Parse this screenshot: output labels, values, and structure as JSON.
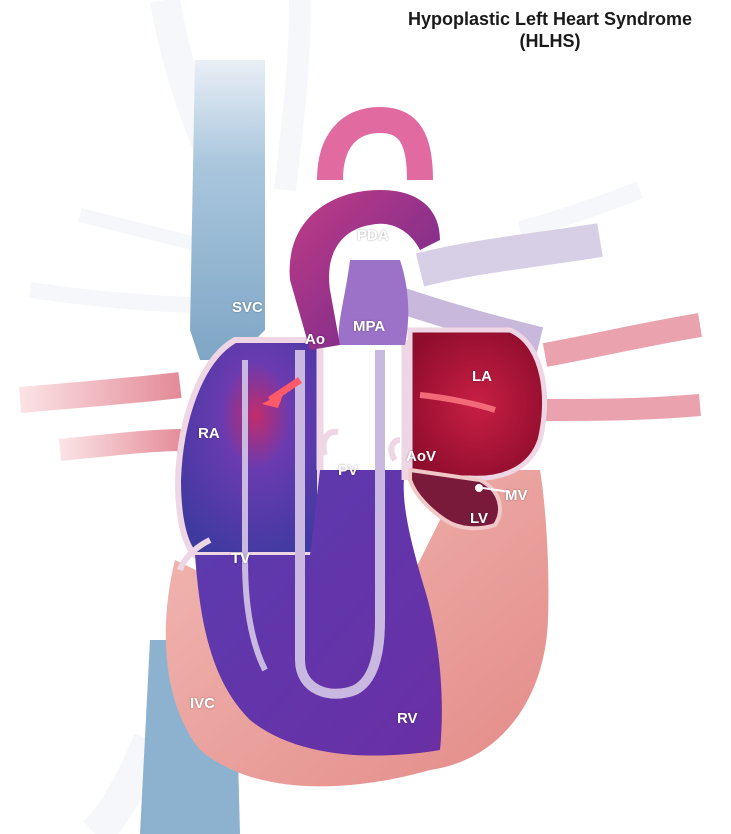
{
  "title": {
    "line1": "Hypoplastic Left Heart Syndrome",
    "line2": "(HLHS)"
  },
  "labels": {
    "pda": "PDA",
    "svc": "SVC",
    "ao": "Ao",
    "mpa": "MPA",
    "la": "LA",
    "ra": "RA",
    "pv": "PV",
    "aov": "AoV",
    "mv": "MV",
    "lv": "LV",
    "tv": "TV",
    "ivc": "IVC",
    "rv": "RV"
  },
  "colors": {
    "blue_vessel": "#8fb6d4",
    "right_heart": "#4a3aa8",
    "aorta": "#8e2a86",
    "left_atrium": "#b3123a",
    "muscle": "#e8a3a0",
    "valve_outline": "#e9d6e6"
  }
}
